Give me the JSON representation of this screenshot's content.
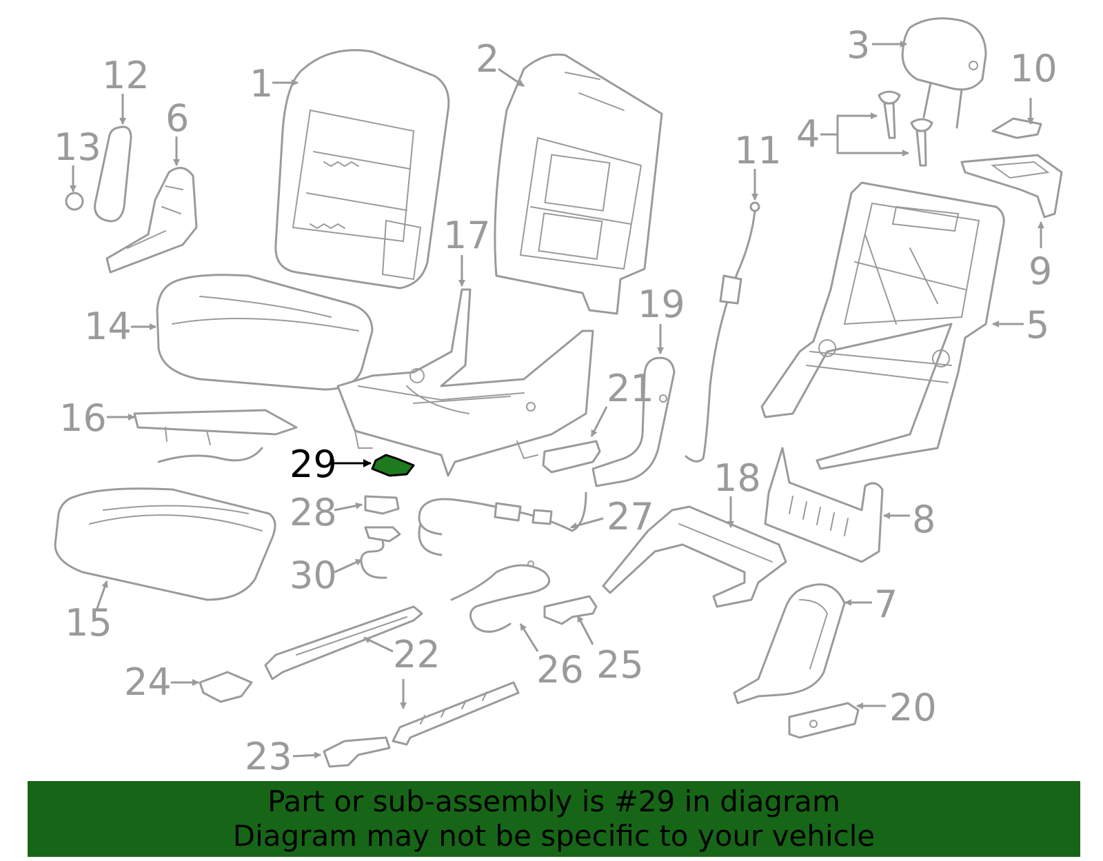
{
  "highlighted_part": "29",
  "colors": {
    "line": "#9a9a9a",
    "highlight_fill": "#1e7a1e",
    "highlight_stroke": "#000000",
    "banner": "#176617",
    "banner_text": "#000000"
  },
  "callouts": [
    "1",
    "2",
    "3",
    "4",
    "5",
    "6",
    "7",
    "8",
    "9",
    "10",
    "11",
    "12",
    "13",
    "14",
    "15",
    "16",
    "17",
    "18",
    "19",
    "20",
    "21",
    "22",
    "23",
    "24",
    "25",
    "26",
    "27",
    "28",
    "29",
    "30"
  ],
  "banner": {
    "line1": "Part or sub-assembly is #29 in diagram",
    "line2": "Diagram may not be specific to your vehicle"
  }
}
